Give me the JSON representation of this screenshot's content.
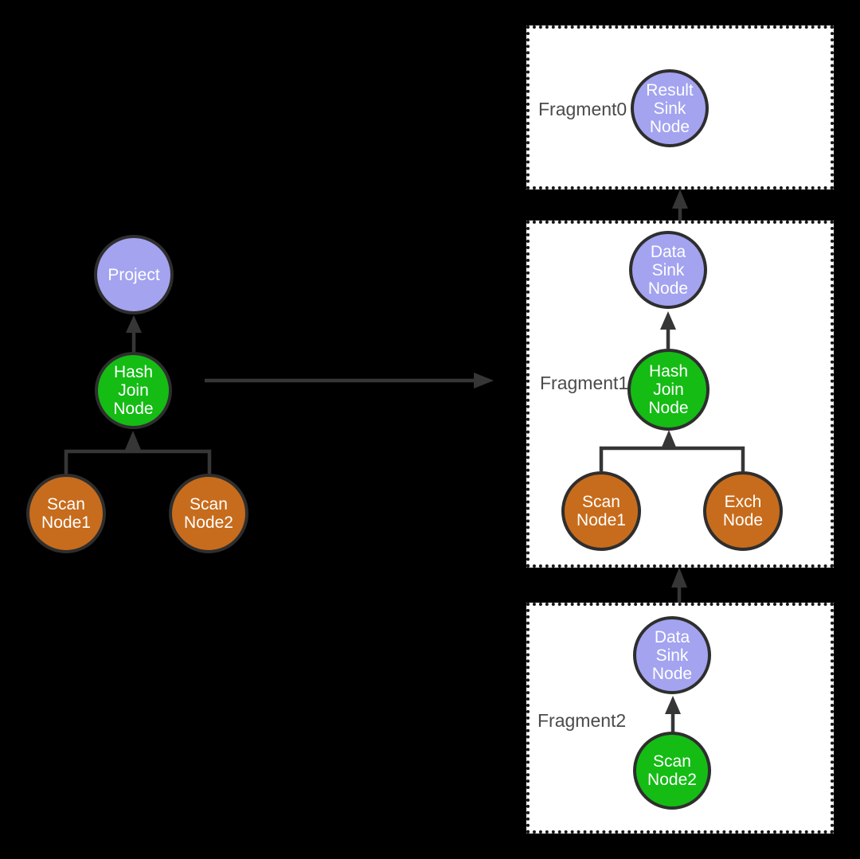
{
  "diagram": {
    "kind": "query-plan-fragmentation",
    "background": "#000000"
  },
  "colors": {
    "fragment_background": "#ffffff",
    "fragment_border": "#161616",
    "fragment_label_text": "#4a4a4a",
    "node_border": "#2e2e2e",
    "node_text": "#ffffff",
    "node_purple": "#a3a3f0",
    "node_green": "#14bc14",
    "node_orange": "#c76c1c",
    "connector": "#363636"
  },
  "left_plan": {
    "nodes": [
      {
        "key": "project",
        "label": "Project",
        "type": "purple"
      },
      {
        "key": "hash_join",
        "label": "Hash\nJoin\nNode",
        "type": "green"
      },
      {
        "key": "scan1",
        "label": "Scan\nNode1",
        "type": "orange"
      },
      {
        "key": "scan2",
        "label": "Scan\nNode2",
        "type": "orange"
      }
    ]
  },
  "fragments": [
    {
      "key": "fragment0",
      "label": "Fragment0",
      "nodes": [
        {
          "key": "result_sink",
          "label": "Result\nSink\nNode",
          "type": "purple"
        }
      ]
    },
    {
      "key": "fragment1",
      "label": "Fragment1",
      "nodes": [
        {
          "key": "data_sink",
          "label": "Data\nSink\nNode",
          "type": "purple"
        },
        {
          "key": "hash_join",
          "label": "Hash\nJoin\nNode",
          "type": "green"
        },
        {
          "key": "scan1",
          "label": "Scan\nNode1",
          "type": "orange"
        },
        {
          "key": "exch",
          "label": "Exch\nNode",
          "type": "orange"
        }
      ]
    },
    {
      "key": "fragment2",
      "label": "Fragment2",
      "nodes": [
        {
          "key": "data_sink",
          "label": "Data\nSink\nNode",
          "type": "purple"
        },
        {
          "key": "scan2",
          "label": "Scan\nNode2",
          "type": "green"
        }
      ]
    }
  ]
}
